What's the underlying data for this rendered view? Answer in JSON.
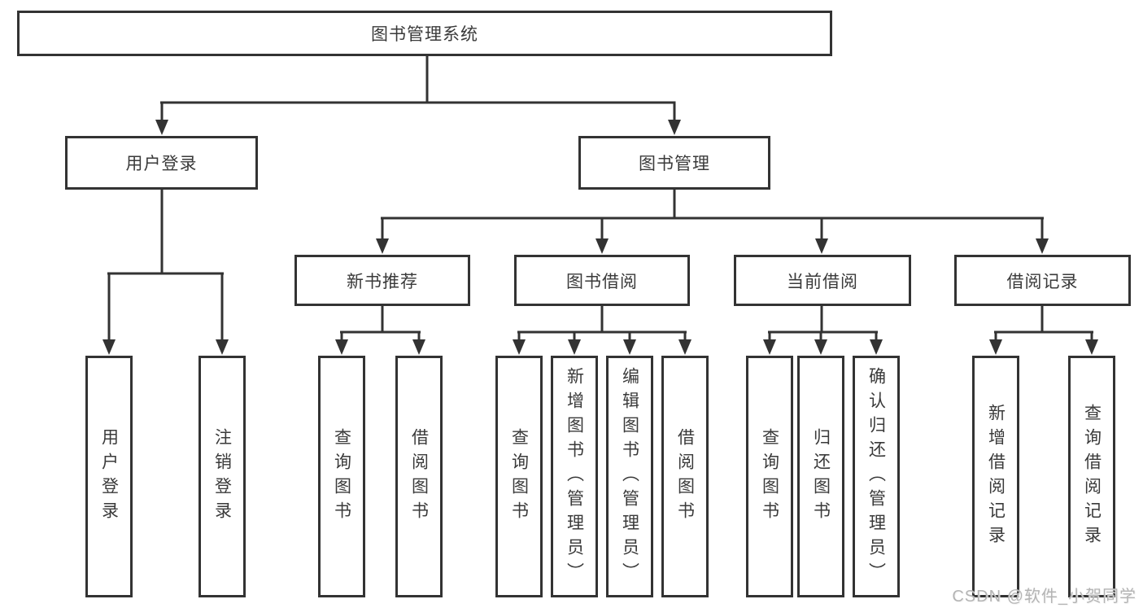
{
  "diagram": {
    "root": {
      "label": "图书管理系统"
    },
    "branches": [
      {
        "label": "用户登录",
        "children": [
          {
            "label": "用户登录"
          },
          {
            "label": "注销登录"
          }
        ]
      },
      {
        "label": "图书管理",
        "children": [
          {
            "label": "新书推荐",
            "children": [
              {
                "label": "查询图书"
              },
              {
                "label": "借阅图书"
              }
            ]
          },
          {
            "label": "图书借阅",
            "children": [
              {
                "label": "查询图书"
              },
              {
                "label": "新增图书（管理员）"
              },
              {
                "label": "编辑图书（管理员）"
              },
              {
                "label": "借阅图书"
              }
            ]
          },
          {
            "label": "当前借阅",
            "children": [
              {
                "label": "查询图书"
              },
              {
                "label": "归还图书"
              },
              {
                "label": "确认归还（管理员）"
              }
            ]
          },
          {
            "label": "借阅记录",
            "children": [
              {
                "label": "新增借阅记录"
              },
              {
                "label": "查询借阅记录"
              }
            ]
          }
        ]
      }
    ]
  },
  "watermark": {
    "text": "CSDN @软件_小贺同学"
  },
  "style": {
    "line_color": "#333333",
    "text_color": "#3a3a3a",
    "box_background": "#ffffff",
    "watermark_color": "#b4b4b4",
    "page_background": "#ffffff"
  }
}
